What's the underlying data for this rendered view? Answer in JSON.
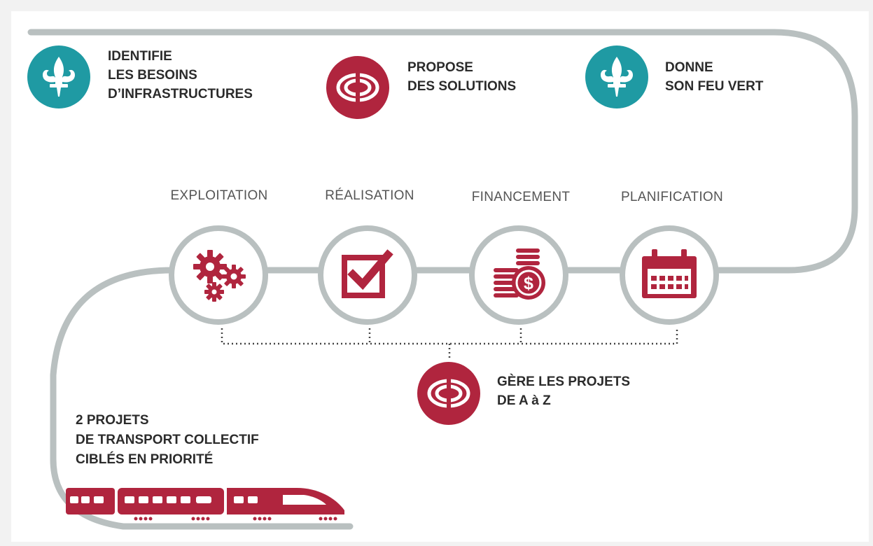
{
  "top_steps": [
    {
      "icon": "fleur-de-lis-icon",
      "lines": [
        "IDENTIFIE",
        "LES BESOINS",
        "D’INFRASTRUCTURES"
      ]
    },
    {
      "icon": "cdpq-infra-logo-icon",
      "lines": [
        "PROPOSE",
        "DES SOLUTIONS"
      ]
    },
    {
      "icon": "fleur-de-lis-icon",
      "lines": [
        "DONNE",
        "SON FEU VERT"
      ]
    }
  ],
  "phases": [
    {
      "label": "EXPLOITATION",
      "icon": "gears-icon"
    },
    {
      "label": "RÉALISATION",
      "icon": "checkbox-icon"
    },
    {
      "label": "FINANCEMENT",
      "icon": "coins-dollar-icon"
    },
    {
      "label": "PLANIFICATION",
      "icon": "calendar-icon"
    }
  ],
  "manager": {
    "icon": "cdpq-infra-logo-icon",
    "lines": [
      "GÈRE LES PROJETS",
      "DE A à Z"
    ]
  },
  "bottom": {
    "lines": [
      "2 PROJETS",
      "DE TRANSPORT COLLECTIF",
      "CIBLÉS EN PRIORITÉ"
    ],
    "icon": "train-icon"
  },
  "colors": {
    "teal": "#1f9aa3",
    "crimson": "#b0253e",
    "track": "#b9c0c0",
    "text": "#2b2b2b"
  }
}
